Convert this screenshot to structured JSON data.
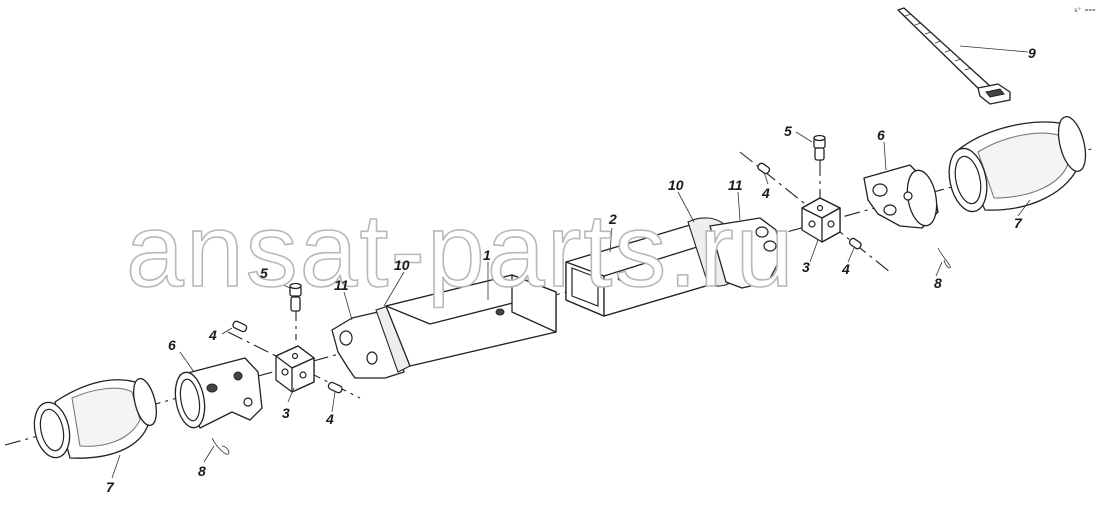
{
  "watermark": "ansat-parts.ru",
  "corner_mark": "s° ===",
  "callouts": {
    "c1": "1",
    "c2": "2",
    "c3a": "3",
    "c3b": "3",
    "c4a": "4",
    "c4b": "4",
    "c4c": "4",
    "c4d": "4",
    "c5a": "5",
    "c5b": "5",
    "c6a": "6",
    "c6b": "6",
    "c7a": "7",
    "c7b": "7",
    "c8a": "8",
    "c8b": "8",
    "c9": "9",
    "c10a": "10",
    "c10b": "10",
    "c11a": "11",
    "c11b": "11"
  },
  "icons": {
    "boot": "rubber-boot-icon",
    "yoke": "fork-yoke-icon",
    "cross": "cross-block-icon",
    "pin": "pin-icon",
    "cap": "bearing-cap-icon",
    "tube": "square-tube-icon",
    "tie": "cable-tie-icon",
    "clip": "spring-clip-icon"
  }
}
